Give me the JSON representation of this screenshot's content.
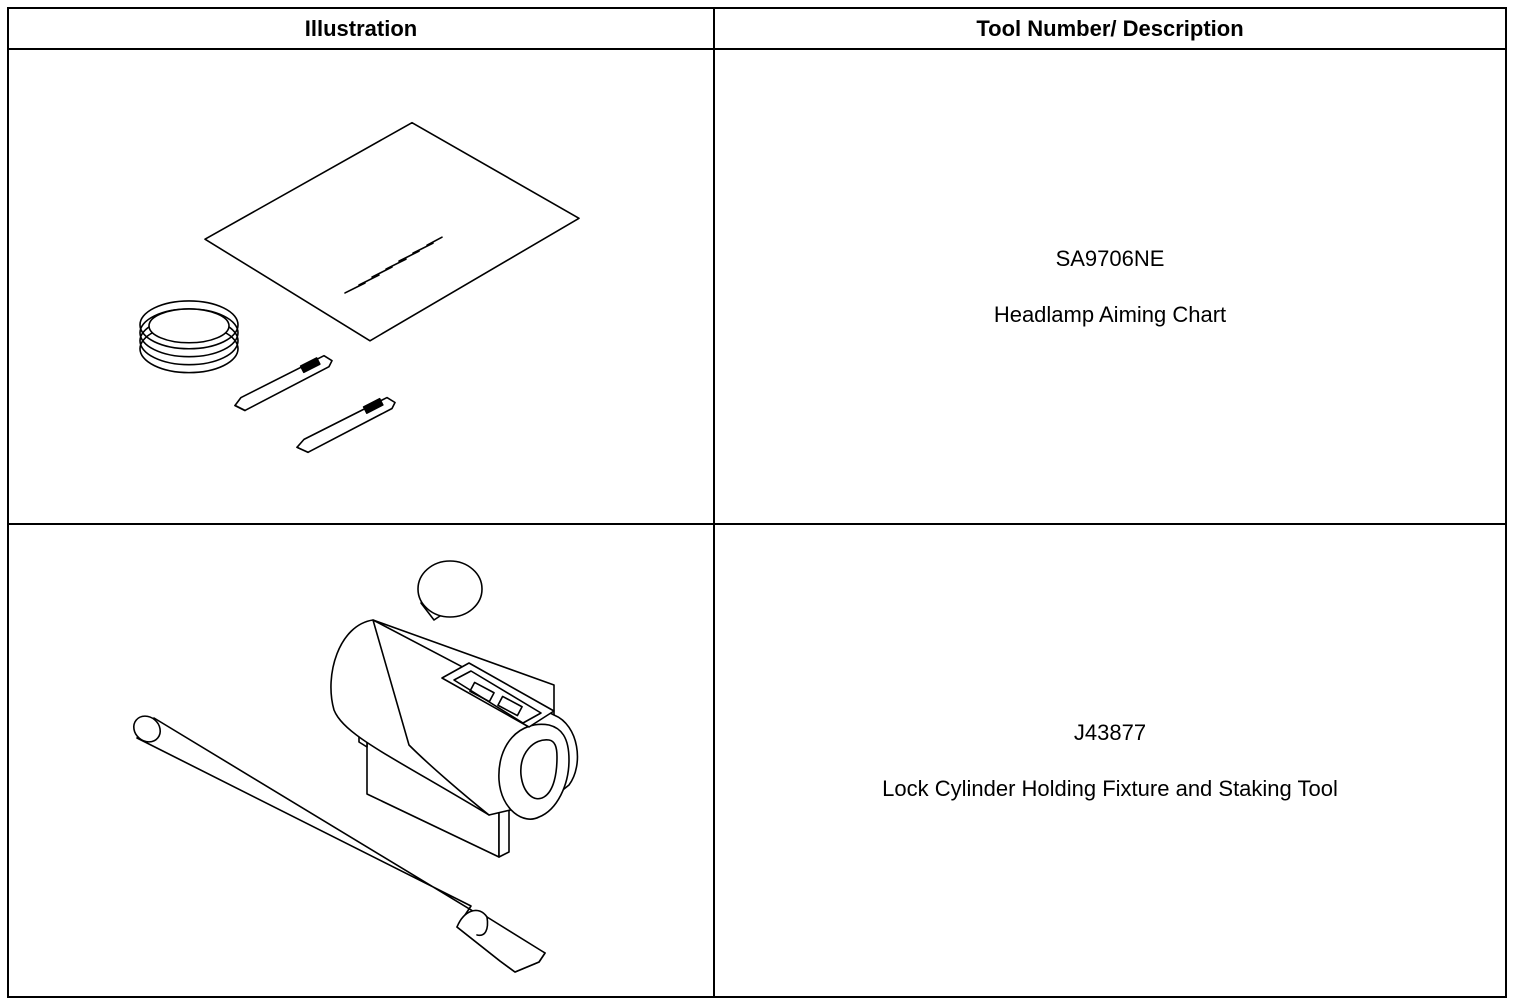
{
  "header": {
    "illustration": "Illustration",
    "description": "Tool Number/ Description"
  },
  "tools": [
    {
      "number": "SA9706NE",
      "description": "Headlamp Aiming Chart",
      "illustration_icon": "headlamp-aiming-chart-illustration"
    },
    {
      "number": "J43877",
      "description": "Lock Cylinder Holding Fixture and Staking Tool",
      "illustration_icon": "lock-cylinder-fixture-illustration"
    }
  ]
}
